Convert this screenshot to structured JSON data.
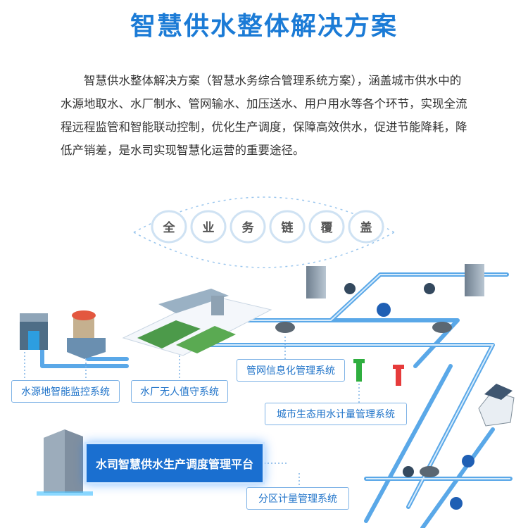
{
  "title": "智慧供水整体解决方案",
  "intro": "智慧供水整体解决方案（智慧水务综合管理系统方案），涵盖城市供水中的水源地取水、水厂制水、管网输水、加压送水、用户用水等各个环节，实现全流程远程监管和智能联动控制，优化生产调度，保障高效供水，促进节能降耗，降低产销差，是水司实现智慧化运营的重要途径。",
  "coverage": [
    "全",
    "业",
    "务",
    "链",
    "覆",
    "盖"
  ],
  "labels": {
    "water_source": "水源地智能监控系统",
    "water_plant": "水厂无人值守系统",
    "pipe_network": "管网信息化管理系统",
    "city_metering": "城市生态用水计量管理系统",
    "platform": "水司智慧供水生产调度管理平台",
    "district_metering": "分区计量管理系统"
  },
  "colors": {
    "title": "#1b7bd6",
    "pipe": "#5aa8e8",
    "label_text": "#1f73c9",
    "platform_bg": "#1a6fd0"
  }
}
